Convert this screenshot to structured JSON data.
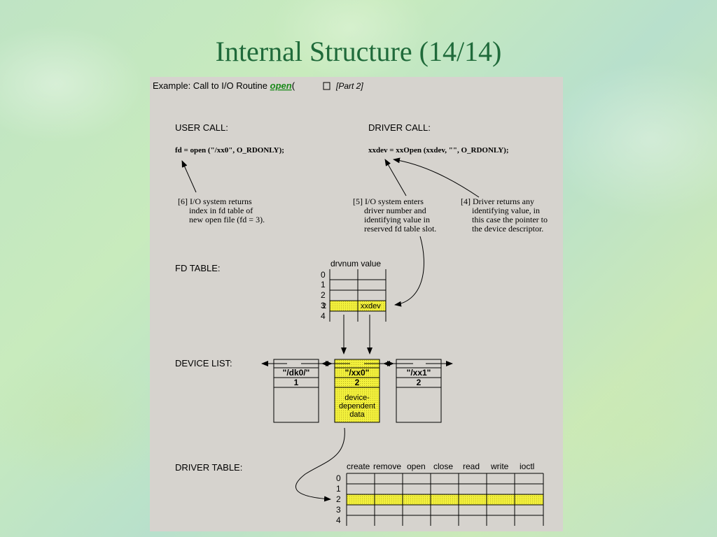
{
  "slide": {
    "title": "Internal Structure (14/14)"
  },
  "header": {
    "prefix": "Example: Call to I/O Routine ",
    "routine": "open",
    "paren": "(",
    "part": "[Part 2]"
  },
  "user_call": {
    "heading": "USER CALL:",
    "code": "fd = open (\"/xx0\", O_RDONLY);"
  },
  "driver_call": {
    "heading": "DRIVER CALL:",
    "code": "xxdev = xxOpen (xxdev, \"\", O_RDONLY);"
  },
  "notes": {
    "n6": [
      "[6] I/O system returns",
      "index in fd table of",
      "new open file (fd = 3)."
    ],
    "n5": [
      "[5] I/O system enters",
      "driver number and",
      "identifying value in",
      "reserved fd table slot."
    ],
    "n4": [
      "[4] Driver returns any",
      "identifying value, in",
      "this case the pointer to",
      "the device descriptor."
    ]
  },
  "fd_table": {
    "label": "FD TABLE:",
    "col_header": "drvnum value",
    "rows": [
      "0",
      "1",
      "2",
      "3",
      "4"
    ],
    "highlight_row": 3,
    "drvnum": "2",
    "value": "xxdev"
  },
  "device_list": {
    "label": "DEVICE LIST:",
    "devices": [
      {
        "name": "\"/dk0/\"",
        "num": "1"
      },
      {
        "name": "\"/xx0\"",
        "num": "2",
        "data": [
          "device-",
          "dependent",
          "data"
        ]
      },
      {
        "name": "\"/xx1\"",
        "num": "2"
      }
    ]
  },
  "driver_table": {
    "label": "DRIVER TABLE:",
    "columns": [
      "create",
      "remove",
      "open",
      "close",
      "read",
      "write",
      "ioctl"
    ],
    "rows": [
      "0",
      "1",
      "2",
      "3",
      "4"
    ],
    "highlight_row": 2
  },
  "colors": {
    "title": "#1f6a3a",
    "highlight": "#f0f040",
    "panel": "#d6d3ce",
    "link": "#1a8a1a"
  }
}
